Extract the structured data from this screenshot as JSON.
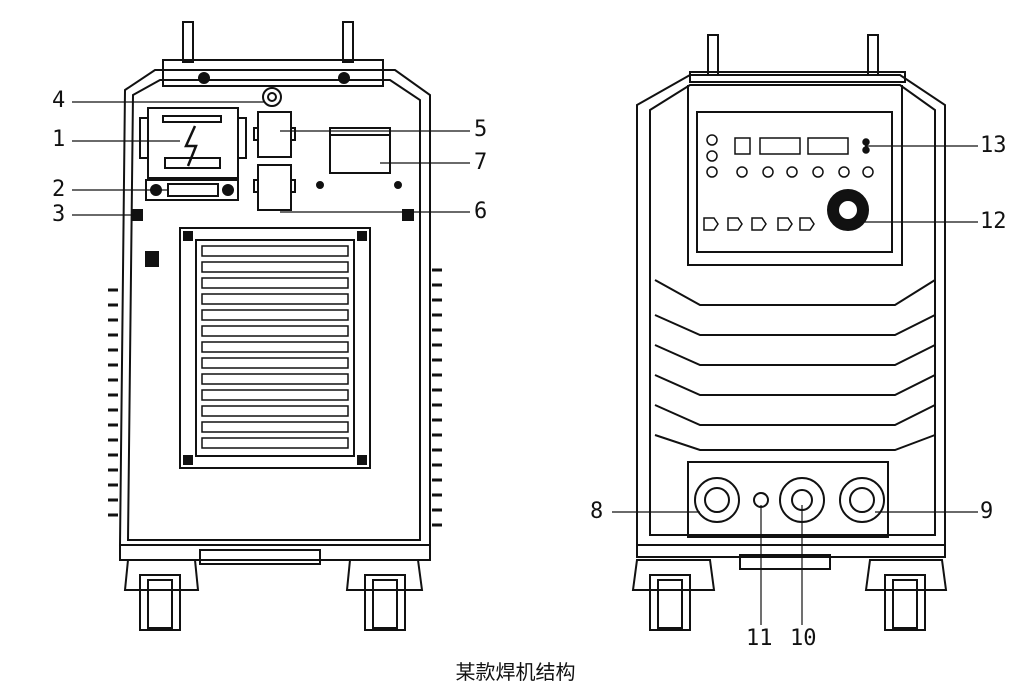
{
  "caption": "某款焊机结构",
  "callouts": {
    "c1": "1",
    "c2": "2",
    "c3": "3",
    "c4": "4",
    "c5": "5",
    "c6": "6",
    "c7": "7",
    "c8": "8",
    "c9": "9",
    "c10": "10",
    "c11": "11",
    "c12": "12",
    "c13": "13"
  },
  "colors": {
    "line": "#111111",
    "background": "#ffffff"
  }
}
